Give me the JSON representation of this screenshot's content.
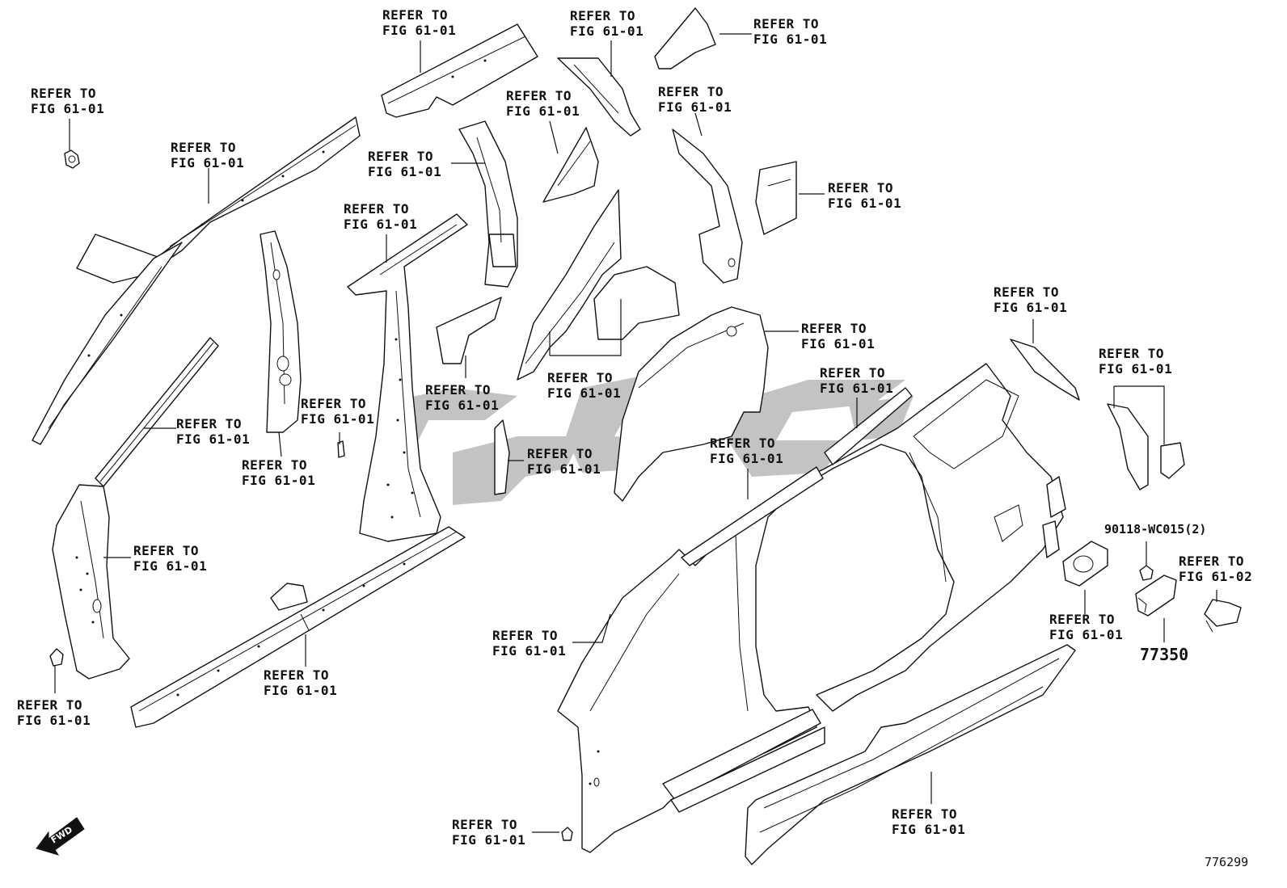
{
  "diagram": {
    "refer_label_line1": "REFER TO",
    "refer_label_line2": "FIG 61-01",
    "refer_label_line2_alt": "FIG 61-02",
    "part_number_fuel_lid": "77350",
    "part_number_screw": "90118-WC015(2)",
    "diagram_id": "776299",
    "fwd_label": "FWD",
    "watermark_color": "#bdbdbd",
    "line_color": "#111111"
  }
}
